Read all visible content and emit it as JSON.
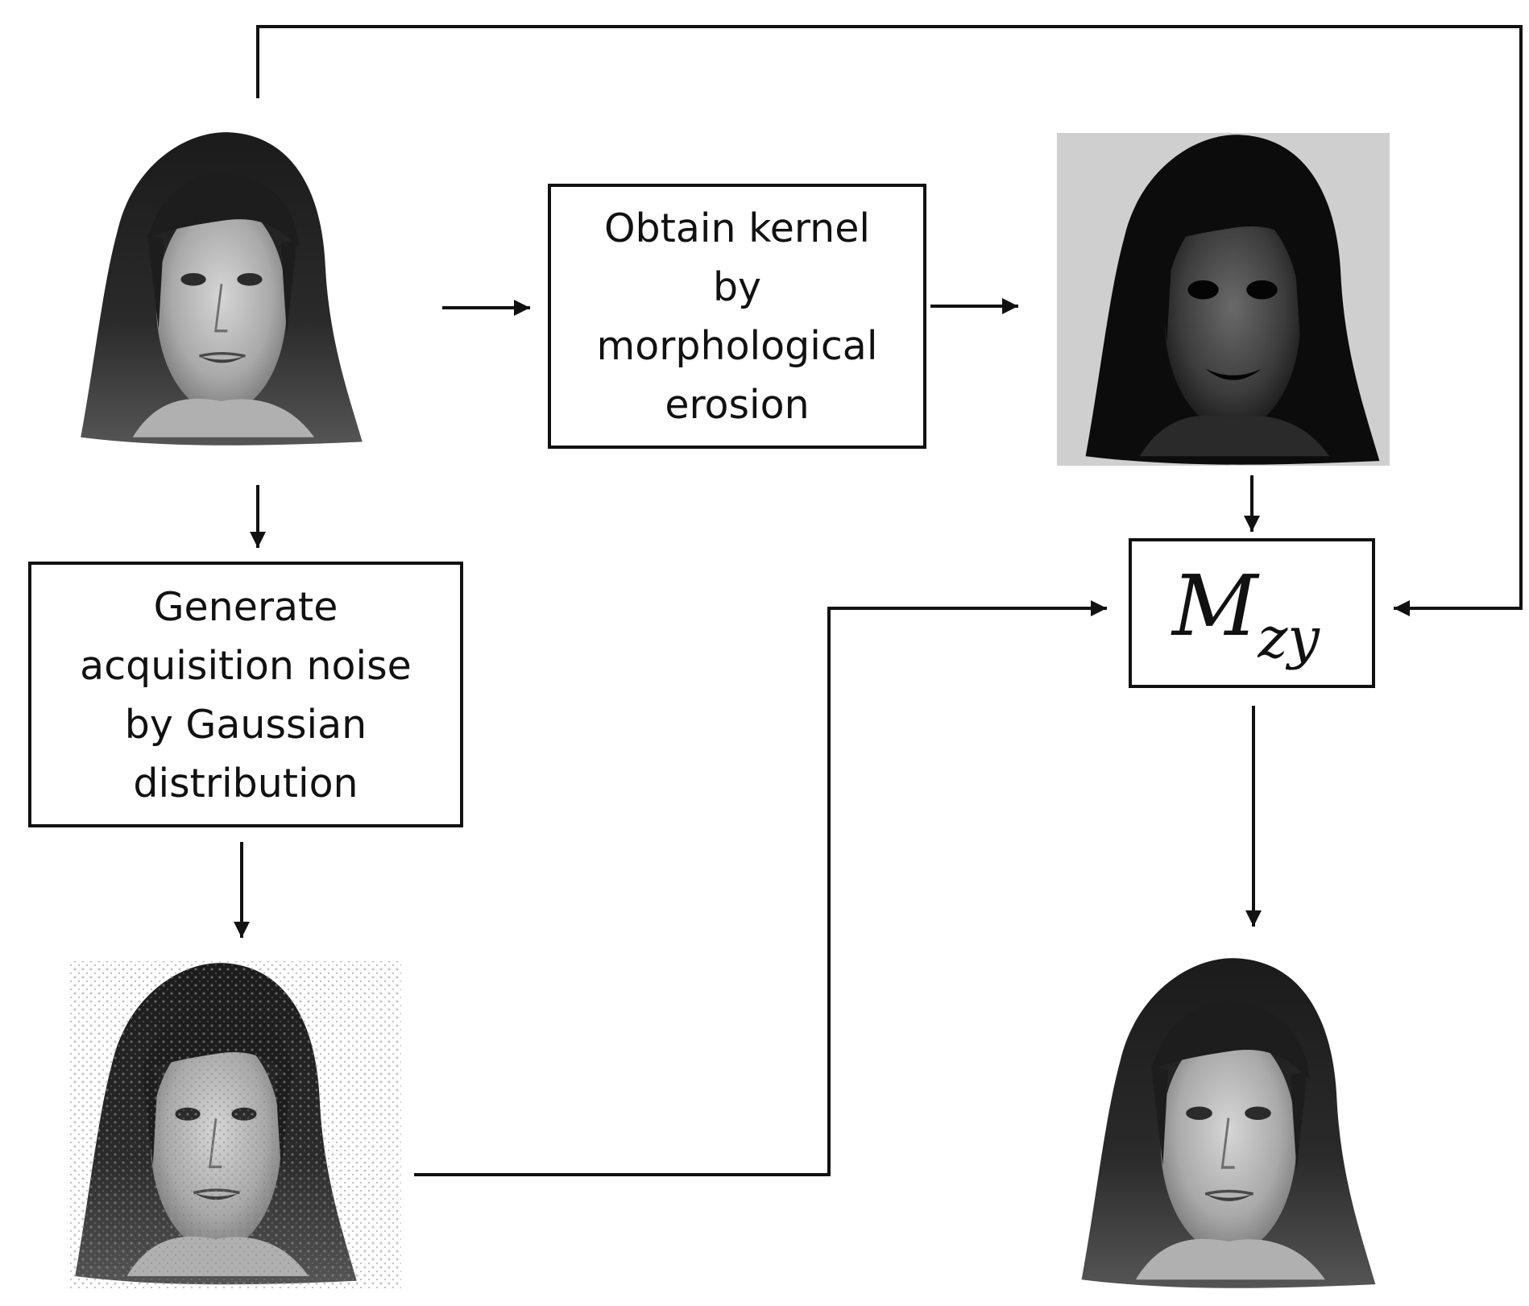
{
  "boxes": {
    "kernel": {
      "lines": [
        "Obtain kernel",
        "by",
        "morphological",
        "erosion"
      ]
    },
    "noise": {
      "lines": [
        "Generate",
        "acquisition noise",
        "by Gaussian",
        "distribution"
      ]
    },
    "model": {
      "symbol": "M",
      "subscript": "zy"
    }
  },
  "images": {
    "original": "face-photo",
    "eroded": "eroded-face-photo",
    "noisy": "noisy-face-photo",
    "output": "output-face-photo"
  },
  "colors": {
    "stroke": "#111111",
    "eroded_background": "#cfcfcf"
  }
}
